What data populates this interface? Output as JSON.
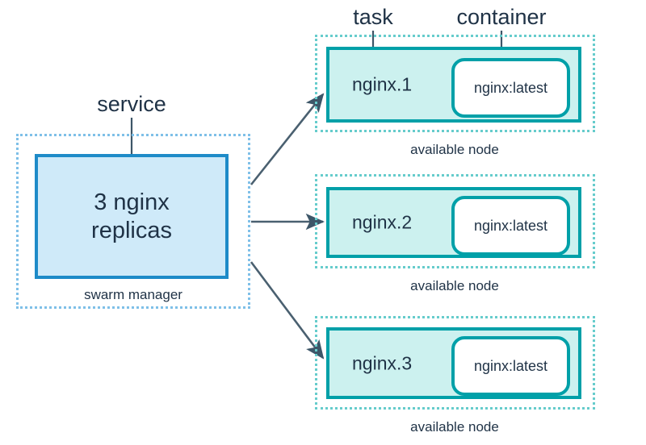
{
  "diagram": {
    "title_callouts": {
      "service": "service",
      "task": "task",
      "container": "container"
    },
    "colors": {
      "service_fill": "#cfeaf9",
      "service_border": "#1e8bc8",
      "manager_dashed_border": "#7fc0e8",
      "task_fill": "#ccf1ef",
      "task_border": "#00a0a8",
      "node_dashed_border": "#66cccc",
      "container_fill": "#ffffff",
      "container_border": "#00a0a8",
      "text": "#1f3246",
      "arrow": "#4a6070",
      "background": "#ffffff"
    },
    "manager": {
      "caption": "swarm manager",
      "service_box_text": "3 nginx\nreplicas"
    },
    "nodes": [
      {
        "task_name": "nginx.1",
        "container_image": "nginx:latest",
        "caption": "available node"
      },
      {
        "task_name": "nginx.2",
        "container_image": "nginx:latest",
        "caption": "available node"
      },
      {
        "task_name": "nginx.3",
        "container_image": "nginx:latest",
        "caption": "available node"
      }
    ]
  }
}
